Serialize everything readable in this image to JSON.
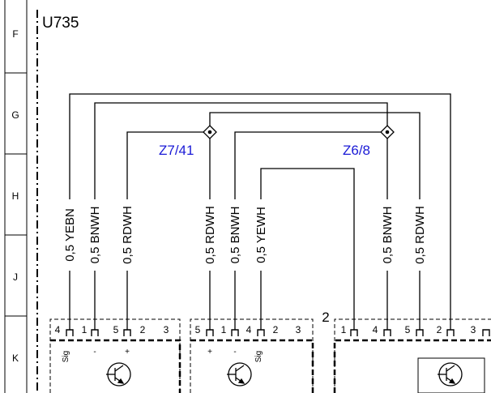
{
  "component_label": "U735",
  "row_labels": [
    "F",
    "G",
    "H",
    "J",
    "K"
  ],
  "splices": [
    {
      "id": "left",
      "label": "Z7/41"
    },
    {
      "id": "right",
      "label": "Z6/8"
    }
  ],
  "wires": [
    {
      "id": "w1",
      "label": "0,5 YEBN"
    },
    {
      "id": "w2",
      "label": "0,5 BNWH"
    },
    {
      "id": "w3",
      "label": "0,5 RDWH"
    },
    {
      "id": "w4",
      "label": "0,5 RDWH"
    },
    {
      "id": "w5",
      "label": "0,5 BNWH"
    },
    {
      "id": "w6",
      "label": "0,5 YEWH"
    },
    {
      "id": "w7",
      "label": "0,5 BNWH"
    },
    {
      "id": "w8",
      "label": "0,5 RDWH"
    }
  ],
  "connectors": [
    {
      "id": "c1",
      "pins": [
        "4",
        "1",
        "5",
        "2",
        "3"
      ],
      "pin_notes": [
        "Sig",
        "-",
        "+"
      ]
    },
    {
      "id": "c2",
      "pins": [
        "5",
        "1",
        "4",
        "2",
        "3"
      ],
      "pin_notes": [
        "+",
        "-",
        "Sig"
      ]
    },
    {
      "id": "c3",
      "label": "2",
      "pins": [
        "1",
        "4",
        "5",
        "2",
        "3"
      ]
    }
  ],
  "colors": {
    "line": "#000000",
    "splice_label": "#1a1ad6",
    "background": "#ffffff"
  }
}
